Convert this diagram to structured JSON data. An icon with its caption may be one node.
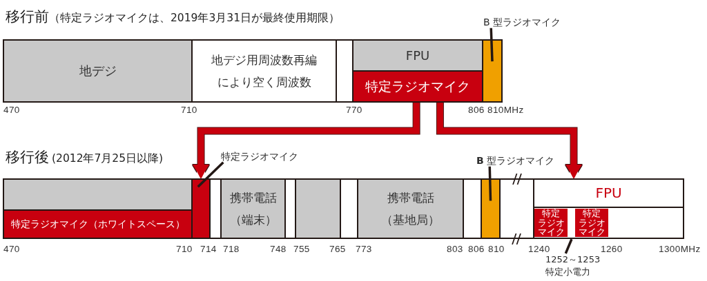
{
  "diagram": {
    "nodes": [
      {
        "text": [
          "地デジ"
        ]
      },
      {
        "text": [
          "地デジ用周波数再編により空く周波数"
        ]
      },
      {
        "text": [],
        "shape": "box"
      },
      {
        "text": [
          "FPU"
        ]
      },
      {
        "text": [
          "特定ラジオマイク"
        ]
      },
      {
        "text": [],
        "shape": "box"
      },
      {
        "text": [
          "B 型ラジオマイク"
        ]
      },
      {
        "text": [],
        "shape": "box"
      },
      {
        "text": [
          "特定ラジオマイク（ホワイトスペース）"
        ]
      },
      {
        "text": [],
        "shape": "box"
      },
      {
        "text": [
          "特定ラジオマイク"
        ]
      },
      {
        "text": [],
        "shape": "box"
      },
      {
        "text": [
          "携帯電話（端末）"
        ]
      },
      {
        "text": [],
        "shape": "box"
      },
      {
        "text": [],
        "shape": "box"
      },
      {
        "text": [],
        "shape": "box"
      },
      {
        "text": [
          "携帯電話（基地局）"
        ]
      },
      {
        "text": [],
        "shape": "box"
      },
      {
        "text": [],
        "shape": "box"
      },
      {
        "text": [
          "**B** 型ラジオマイク"
        ]
      },
      {
        "text": [],
        "shape": "box"
      },
      {
        "text": [
          "FPU"
        ]
      },
      {
        "text": [
          "特定ラジオマイク"
        ],
        "in": 21
      },
      {
        "text": [
          "特定ラジオマイク"
        ],
        "in": 21
      },
      {
        "text": [
          "1252～1253",
          "特定小電力"
        ]
      }
    ],
    "edges": [
      {
        "from": 4,
        "to": 9,
        "arrow": "to",
        "style": "thick",
        "color": "#c8000f"
      },
      {
        "from": 4,
        "to": 21,
        "arrow": "to",
        "style": "thick",
        "color": "#c8000f"
      },
      {
        "from": 6,
        "to": 5,
        "arrow": "none"
      },
      {
        "from": 10,
        "to": 9,
        "arrow": "none"
      },
      {
        "from": 19,
        "to": 18,
        "arrow": "none"
      },
      {
        "from": 24,
        "to": 21,
        "arrow": "none"
      }
    ],
    "labels": [
      "移行前",
      "（特定ラジオマイクは、2019年3月31日が最終使用期限）",
      "470",
      "710",
      "770",
      "806",
      "810MHz",
      "移行後",
      "(2012年7月25日以降)",
      "470",
      "710",
      "714",
      "718",
      "748",
      "755",
      "765",
      "773",
      "803",
      "806",
      "810",
      "1240",
      "1260",
      "1300MHz"
    ]
  }
}
